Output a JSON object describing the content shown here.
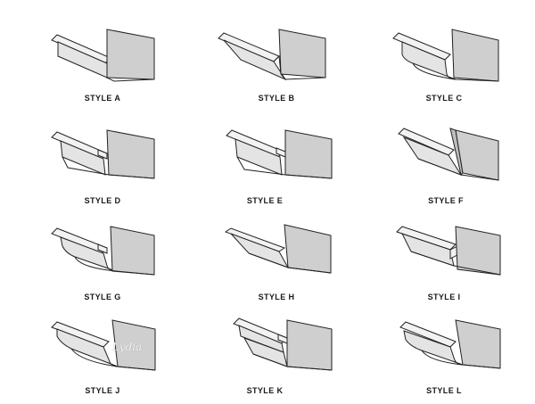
{
  "styles": [
    {
      "label": "STYLE A",
      "profile": "box"
    },
    {
      "label": "STYLE B",
      "profile": "slant"
    },
    {
      "label": "STYLE C",
      "profile": "curve"
    },
    {
      "label": "STYLE D",
      "profile": "stepbox"
    },
    {
      "label": "STYLE E",
      "profile": "stepbox2"
    },
    {
      "label": "STYLE F",
      "profile": "bevel"
    },
    {
      "label": "STYLE G",
      "profile": "stepcurve"
    },
    {
      "label": "STYLE H",
      "profile": "vslant"
    },
    {
      "label": "STYLE I",
      "profile": "boxnotch"
    },
    {
      "label": "STYLE J",
      "profile": "longcurve"
    },
    {
      "label": "STYLE K",
      "profile": "multistep"
    },
    {
      "label": "STYLE L",
      "profile": "ogee"
    }
  ],
  "watermark": "Lydia"
}
